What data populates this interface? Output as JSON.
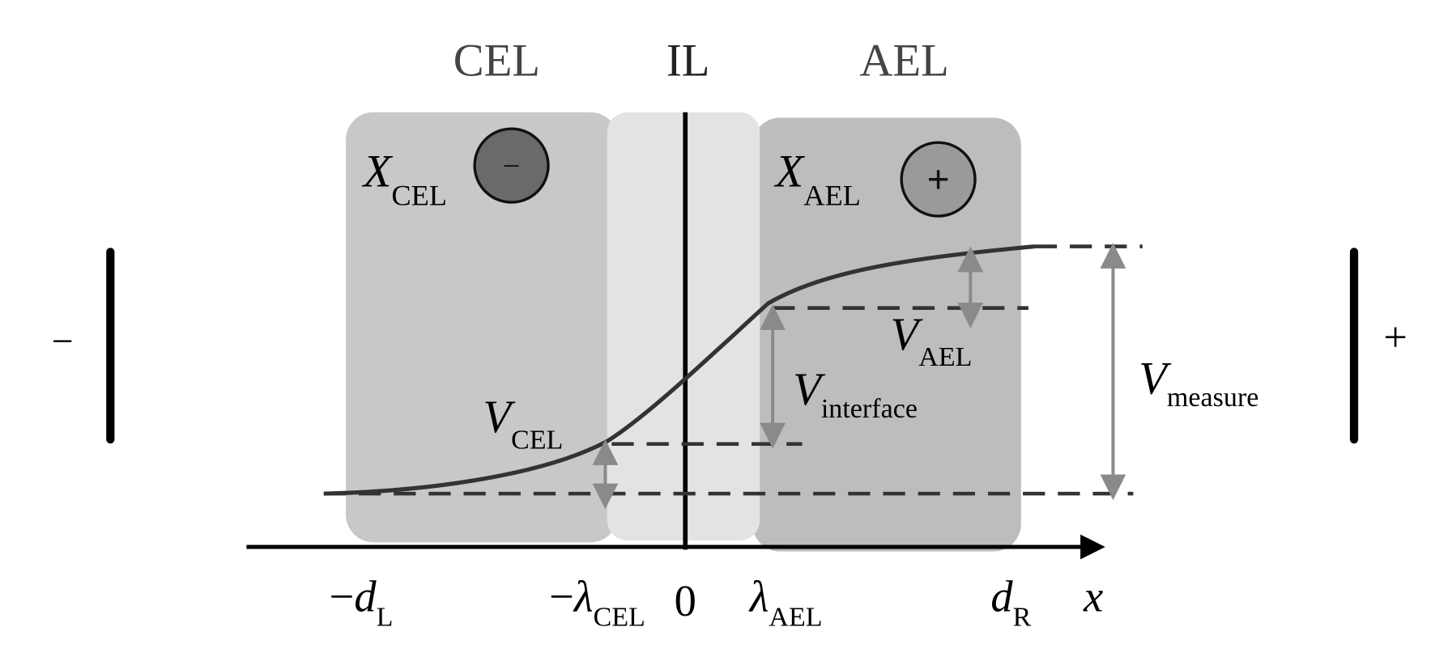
{
  "regions": {
    "cel": "CEL",
    "il": "IL",
    "ael": "AEL"
  },
  "species": {
    "cel": {
      "symbol": "X",
      "subscript": "CEL",
      "charge": "−"
    },
    "ael": {
      "symbol": "X",
      "subscript": "AEL",
      "charge": "+"
    }
  },
  "potentials": {
    "cel": {
      "symbol": "V",
      "subscript": "CEL"
    },
    "interface": {
      "symbol": "V",
      "subscript": "interface"
    },
    "ael": {
      "symbol": "V",
      "subscript": "AEL"
    },
    "measure": {
      "symbol": "V",
      "subscript": "measure"
    }
  },
  "electrodes": {
    "left": "−",
    "right": "+"
  },
  "axis": {
    "variable": "x",
    "ticks": [
      {
        "prefix": "−",
        "main": "d",
        "sub": "L"
      },
      {
        "prefix": "−",
        "main": "λ",
        "sub": "CEL"
      },
      {
        "prefix": "",
        "main": "0",
        "sub": ""
      },
      {
        "prefix": "",
        "main": "λ",
        "sub": "AEL"
      },
      {
        "prefix": "",
        "main": "d",
        "sub": "R"
      }
    ]
  },
  "colors": {
    "cel": "#c8c8c8",
    "il": "#e3e3e3",
    "ael": "#bdbdbd",
    "arrow": "#8a8a8a",
    "curve": "#333333"
  }
}
